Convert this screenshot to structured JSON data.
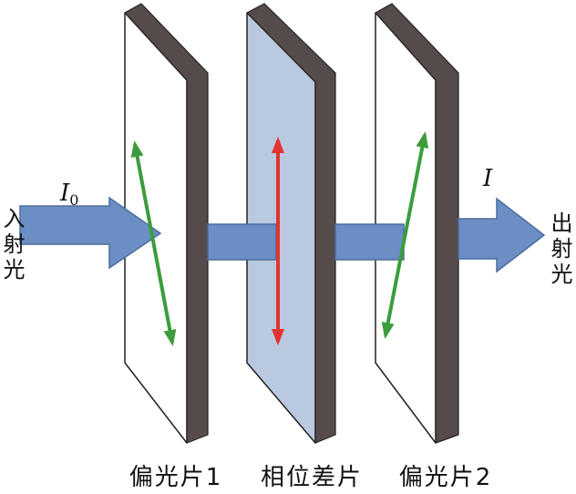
{
  "labels": {
    "incident_light": "入射光",
    "output_light": "出射光",
    "input_intensity": {
      "symbol": "I",
      "subscript": "0"
    },
    "output_intensity": "I",
    "polarizer_1": "偏光片1",
    "retarder": "相位差片",
    "polarizer_2": "偏光片2"
  },
  "colors": {
    "beam": "#6b8fc4",
    "plate_edge": "#564b4b",
    "polarizer_face": "#ffffff",
    "retarder_face": "#b9c9df",
    "polarizer_axis": "#3c9c3c",
    "retarder_axis": "#e2332e"
  }
}
